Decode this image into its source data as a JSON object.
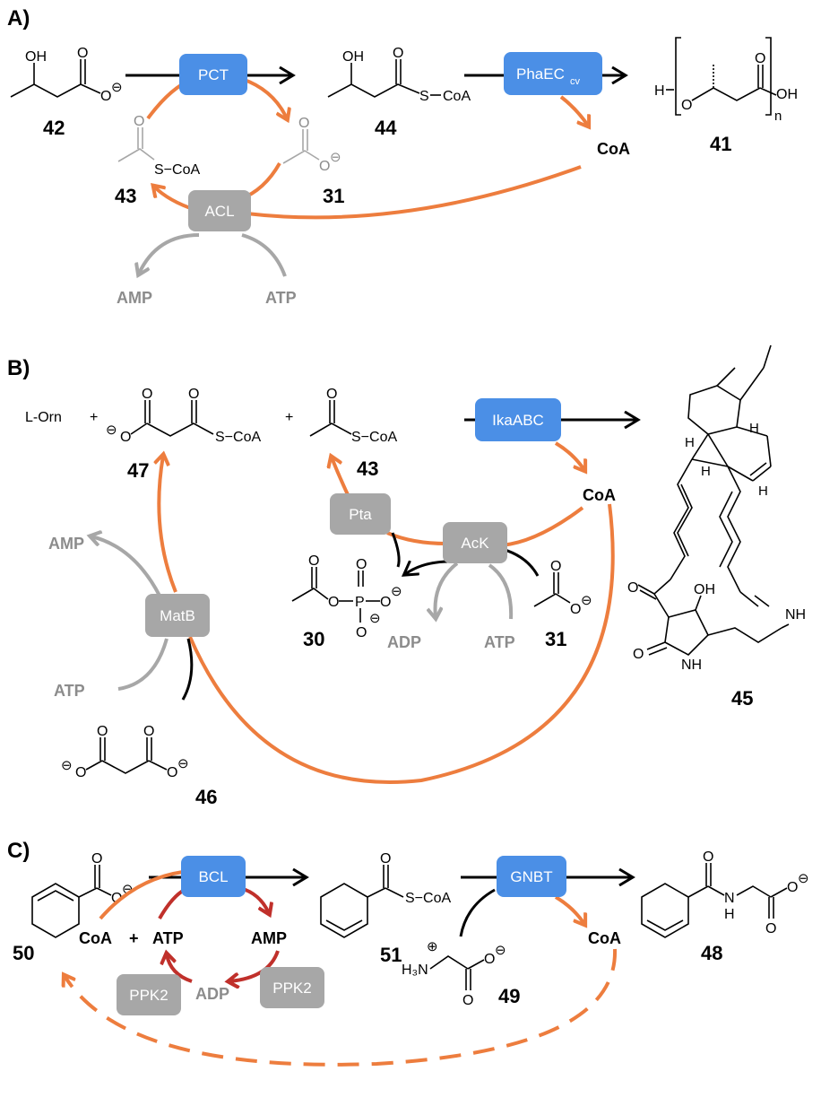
{
  "panels": {
    "a": {
      "label": "A)",
      "enzymes": {
        "pct": "PCT",
        "phaec": "PhaEC",
        "phaec_sub": "cv",
        "acl": "ACL"
      },
      "compounds": {
        "c42": "42",
        "c44": "44",
        "c41": "41",
        "c43": "43",
        "c31": "31"
      },
      "cofactors": {
        "coa": "CoA",
        "amp": "AMP",
        "atp": "ATP"
      },
      "atoms": {
        "oh": "OH",
        "s_coa": "S−CoA",
        "s_coa_44": "S",
        "coa_44": "CoA",
        "h": "H",
        "o": "O",
        "n": "n",
        "oh_end": "OH",
        "minus": "⊖"
      }
    },
    "b": {
      "label": "B)",
      "enzymes": {
        "ika": "IkaABC",
        "pta": "Pta",
        "ack": "AcK",
        "matb": "MatB"
      },
      "compounds": {
        "c47": "47",
        "c43": "43",
        "c30": "30",
        "c31": "31",
        "c46": "46",
        "c45": "45"
      },
      "cofactors": {
        "coa": "CoA",
        "amp": "AMP",
        "atp_left": "ATP",
        "adp": "ADP",
        "atp_mid": "ATP"
      },
      "atoms": {
        "lorn": "L-Orn",
        "plus1": "+",
        "plus2": "+",
        "s_coa": "S−CoA",
        "p": "P",
        "oh": "OH",
        "nh": "NH",
        "nh2": "NH",
        "h1": "H",
        "h2": "H",
        "h3": "H",
        "h4": "H"
      }
    },
    "c": {
      "label": "C)",
      "enzymes": {
        "bcl": "BCL",
        "gnbt": "GNBT",
        "ppk_left": "PPK2",
        "ppk_right": "PPK2"
      },
      "compounds": {
        "c50": "50",
        "c51": "51",
        "c49": "49",
        "c48": "48"
      },
      "cofactors": {
        "coa_left": "CoA",
        "plus": "+",
        "atp": "ATP",
        "amp": "AMP",
        "adp": "ADP",
        "coa_right": "CoA"
      },
      "atoms": {
        "s_coa": "S−CoA",
        "nh": "N",
        "h": "H",
        "h3n": "H₃N",
        "plus_charge": "⊕"
      }
    }
  },
  "colors": {
    "enzyme_blue": "#4b8fe6",
    "enzyme_grey": "#a7a7a7",
    "arrow_orange": "#ed7d3e",
    "arrow_red": "#c0302b",
    "cofactor_grey": "#8c8c8c"
  }
}
